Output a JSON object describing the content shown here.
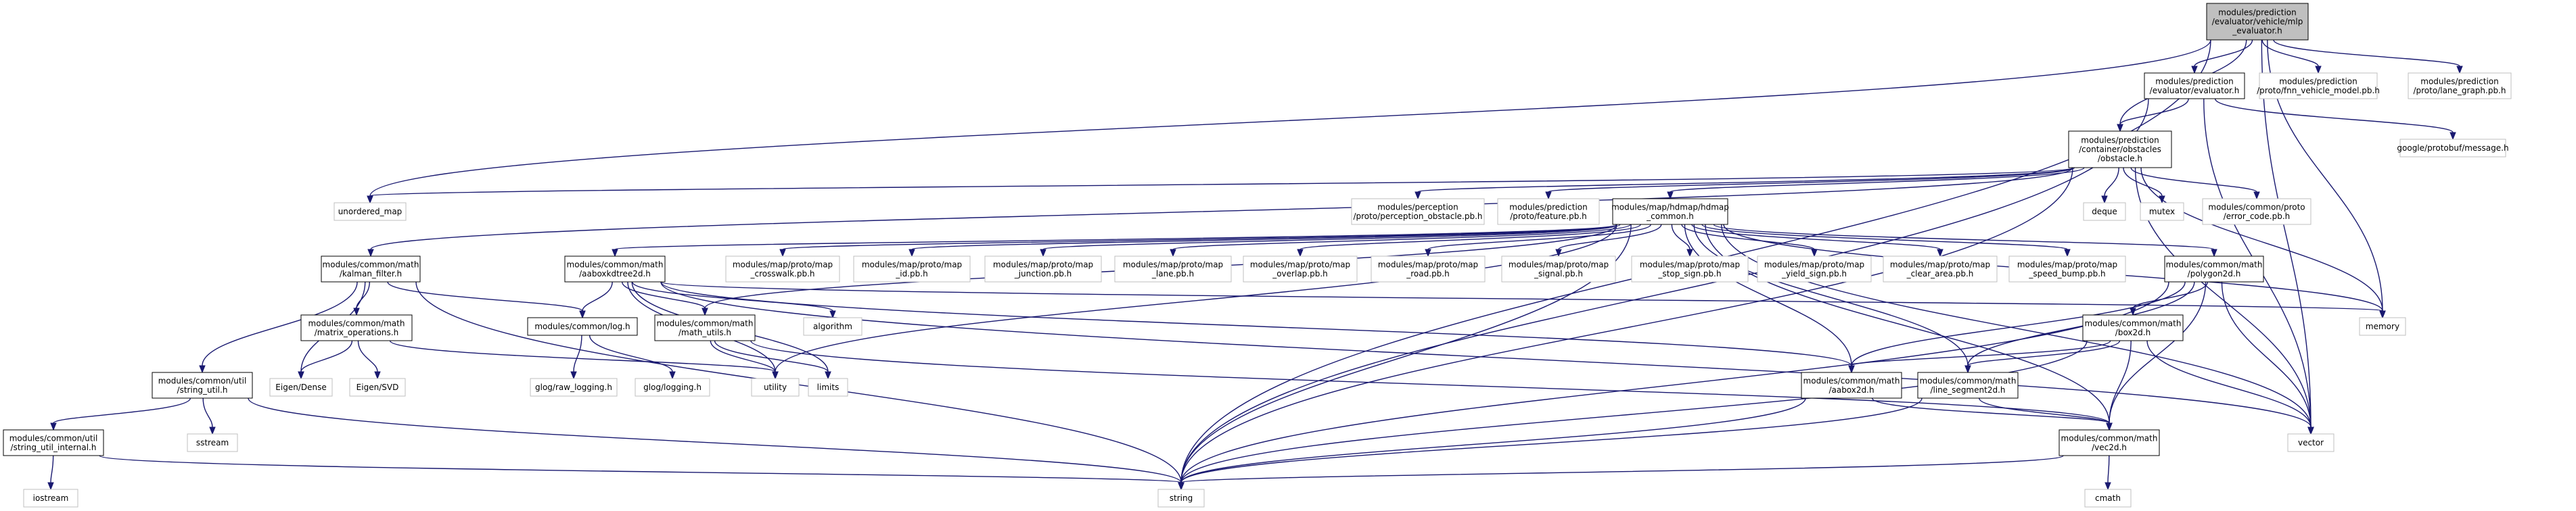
{
  "graph": {
    "nodes": {
      "root": {
        "lines": [
          "modules/prediction",
          "/evaluator/vehicle/mlp",
          "_evaluator.h"
        ],
        "kind": "root"
      },
      "evaluator": {
        "lines": [
          "modules/prediction",
          "/evaluator/evaluator.h"
        ],
        "kind": "file"
      },
      "fnn": {
        "lines": [
          "modules/prediction",
          "/proto/fnn_vehicle_model.pb.h"
        ],
        "kind": "ext"
      },
      "lanegraph": {
        "lines": [
          "modules/prediction",
          "/proto/lane_graph.pb.h"
        ],
        "kind": "ext"
      },
      "obstacle": {
        "lines": [
          "modules/prediction",
          "/container/obstacles",
          "/obstacle.h"
        ],
        "kind": "file"
      },
      "protobuf": {
        "lines": [
          "google/protobuf/message.h"
        ],
        "kind": "ext"
      },
      "unordered_map": {
        "lines": [
          "unordered_map"
        ],
        "kind": "ext"
      },
      "perception": {
        "lines": [
          "modules/perception",
          "/proto/perception_obstacle.pb.h"
        ],
        "kind": "ext"
      },
      "feature": {
        "lines": [
          "modules/prediction",
          "/proto/feature.pb.h"
        ],
        "kind": "ext"
      },
      "hdmap": {
        "lines": [
          "modules/map/hdmap/hdmap",
          "_common.h"
        ],
        "kind": "file"
      },
      "deque": {
        "lines": [
          "deque"
        ],
        "kind": "ext"
      },
      "mutex": {
        "lines": [
          "mutex"
        ],
        "kind": "ext"
      },
      "error_code": {
        "lines": [
          "modules/common/proto",
          "/error_code.pb.h"
        ],
        "kind": "ext"
      },
      "kalman": {
        "lines": [
          "modules/common/math",
          "/kalman_filter.h"
        ],
        "kind": "file"
      },
      "aaboxkdtree": {
        "lines": [
          "modules/common/math",
          "/aaboxkdtree2d.h"
        ],
        "kind": "file"
      },
      "crosswalk": {
        "lines": [
          "modules/map/proto/map",
          "_crosswalk.pb.h"
        ],
        "kind": "ext"
      },
      "map_id": {
        "lines": [
          "modules/map/proto/map",
          "_id.pb.h"
        ],
        "kind": "ext"
      },
      "junction": {
        "lines": [
          "modules/map/proto/map",
          "_junction.pb.h"
        ],
        "kind": "ext"
      },
      "lane": {
        "lines": [
          "modules/map/proto/map",
          "_lane.pb.h"
        ],
        "kind": "ext"
      },
      "overlap": {
        "lines": [
          "modules/map/proto/map",
          "_overlap.pb.h"
        ],
        "kind": "ext"
      },
      "road": {
        "lines": [
          "modules/map/proto/map",
          "_road.pb.h"
        ],
        "kind": "ext"
      },
      "signal": {
        "lines": [
          "modules/map/proto/map",
          "_signal.pb.h"
        ],
        "kind": "ext"
      },
      "stop_sign": {
        "lines": [
          "modules/map/proto/map",
          "_stop_sign.pb.h"
        ],
        "kind": "ext"
      },
      "yield_sign": {
        "lines": [
          "modules/map/proto/map",
          "_yield_sign.pb.h"
        ],
        "kind": "ext"
      },
      "clear_area": {
        "lines": [
          "modules/map/proto/map",
          "_clear_area.pb.h"
        ],
        "kind": "ext"
      },
      "speed_bump": {
        "lines": [
          "modules/map/proto/map",
          "_speed_bump.pb.h"
        ],
        "kind": "ext"
      },
      "polygon2d": {
        "lines": [
          "modules/common/math",
          "/polygon2d.h"
        ],
        "kind": "file"
      },
      "memory": {
        "lines": [
          "memory"
        ],
        "kind": "ext"
      },
      "matrix_ops": {
        "lines": [
          "modules/common/math",
          "/matrix_operations.h"
        ],
        "kind": "file"
      },
      "log": {
        "lines": [
          "modules/common/log.h"
        ],
        "kind": "file"
      },
      "math_utils": {
        "lines": [
          "modules/common/math",
          "/math_utils.h"
        ],
        "kind": "file"
      },
      "algorithm": {
        "lines": [
          "algorithm"
        ],
        "kind": "ext"
      },
      "box2d": {
        "lines": [
          "modules/common/math",
          "/box2d.h"
        ],
        "kind": "file"
      },
      "eigen_dense": {
        "lines": [
          "Eigen/Dense"
        ],
        "kind": "ext"
      },
      "eigen_svd": {
        "lines": [
          "Eigen/SVD"
        ],
        "kind": "ext"
      },
      "string_util": {
        "lines": [
          "modules/common/util",
          "/string_util.h"
        ],
        "kind": "file"
      },
      "raw_logging": {
        "lines": [
          "glog/raw_logging.h"
        ],
        "kind": "ext"
      },
      "logging": {
        "lines": [
          "glog/logging.h"
        ],
        "kind": "ext"
      },
      "utility": {
        "lines": [
          "utility"
        ],
        "kind": "ext"
      },
      "limits": {
        "lines": [
          "limits"
        ],
        "kind": "ext"
      },
      "aabox2d": {
        "lines": [
          "modules/common/math",
          "/aabox2d.h"
        ],
        "kind": "file"
      },
      "line_segment": {
        "lines": [
          "modules/common/math",
          "/line_segment2d.h"
        ],
        "kind": "file"
      },
      "sstream": {
        "lines": [
          "sstream"
        ],
        "kind": "ext"
      },
      "vector": {
        "lines": [
          "vector"
        ],
        "kind": "ext"
      },
      "string_util_internal": {
        "lines": [
          "modules/common/util",
          "/string_util_internal.h"
        ],
        "kind": "file"
      },
      "vec2d": {
        "lines": [
          "modules/common/math",
          "/vec2d.h"
        ],
        "kind": "file"
      },
      "iostream": {
        "lines": [
          "iostream"
        ],
        "kind": "ext"
      },
      "string": {
        "lines": [
          "string"
        ],
        "kind": "ext"
      },
      "cmath": {
        "lines": [
          "cmath"
        ],
        "kind": "ext"
      }
    },
    "edges": [
      [
        "root",
        "evaluator"
      ],
      [
        "root",
        "fnn"
      ],
      [
        "root",
        "lanegraph"
      ],
      [
        "root",
        "obstacle"
      ],
      [
        "root",
        "unordered_map"
      ],
      [
        "root",
        "string"
      ],
      [
        "root",
        "memory"
      ],
      [
        "root",
        "vector"
      ],
      [
        "evaluator",
        "obstacle"
      ],
      [
        "evaluator",
        "protobuf"
      ],
      [
        "evaluator",
        "vector"
      ],
      [
        "evaluator",
        "string"
      ],
      [
        "obstacle",
        "unordered_map"
      ],
      [
        "obstacle",
        "perception"
      ],
      [
        "obstacle",
        "feature"
      ],
      [
        "obstacle",
        "hdmap"
      ],
      [
        "obstacle",
        "deque"
      ],
      [
        "obstacle",
        "mutex"
      ],
      [
        "obstacle",
        "error_code"
      ],
      [
        "obstacle",
        "kalman"
      ],
      [
        "obstacle",
        "memory"
      ],
      [
        "obstacle",
        "string"
      ],
      [
        "obstacle",
        "vector"
      ],
      [
        "hdmap",
        "aaboxkdtree"
      ],
      [
        "hdmap",
        "crosswalk"
      ],
      [
        "hdmap",
        "map_id"
      ],
      [
        "hdmap",
        "junction"
      ],
      [
        "hdmap",
        "lane"
      ],
      [
        "hdmap",
        "overlap"
      ],
      [
        "hdmap",
        "road"
      ],
      [
        "hdmap",
        "signal"
      ],
      [
        "hdmap",
        "stop_sign"
      ],
      [
        "hdmap",
        "yield_sign"
      ],
      [
        "hdmap",
        "clear_area"
      ],
      [
        "hdmap",
        "speed_bump"
      ],
      [
        "hdmap",
        "polygon2d"
      ],
      [
        "hdmap",
        "memory"
      ],
      [
        "hdmap",
        "vector"
      ],
      [
        "hdmap",
        "string"
      ],
      [
        "hdmap",
        "math_utils"
      ],
      [
        "hdmap",
        "vec2d"
      ],
      [
        "hdmap",
        "aabox2d"
      ],
      [
        "hdmap",
        "line_segment"
      ],
      [
        "hdmap",
        "utility"
      ],
      [
        "kalman",
        "matrix_ops"
      ],
      [
        "kalman",
        "log"
      ],
      [
        "kalman",
        "string_util"
      ],
      [
        "kalman",
        "eigen_dense"
      ],
      [
        "kalman",
        "string"
      ],
      [
        "matrix_ops",
        "eigen_dense"
      ],
      [
        "matrix_ops",
        "eigen_svd"
      ],
      [
        "matrix_ops",
        "utility"
      ],
      [
        "string_util",
        "string_util_internal"
      ],
      [
        "string_util",
        "sstream"
      ],
      [
        "string_util",
        "string"
      ],
      [
        "string_util_internal",
        "iostream"
      ],
      [
        "string_util_internal",
        "string"
      ],
      [
        "log",
        "raw_logging"
      ],
      [
        "log",
        "logging"
      ],
      [
        "aaboxkdtree",
        "log"
      ],
      [
        "aaboxkdtree",
        "math_utils"
      ],
      [
        "aaboxkdtree",
        "algorithm"
      ],
      [
        "aaboxkdtree",
        "memory"
      ],
      [
        "aaboxkdtree",
        "vector"
      ],
      [
        "aaboxkdtree",
        "aabox2d"
      ],
      [
        "aaboxkdtree",
        "limits"
      ],
      [
        "aaboxkdtree",
        "utility"
      ],
      [
        "math_utils",
        "utility"
      ],
      [
        "math_utils",
        "limits"
      ],
      [
        "math_utils",
        "vec2d"
      ],
      [
        "polygon2d",
        "box2d"
      ],
      [
        "polygon2d",
        "line_segment"
      ],
      [
        "polygon2d",
        "aabox2d"
      ],
      [
        "polygon2d",
        "vec2d"
      ],
      [
        "polygon2d",
        "vector"
      ],
      [
        "polygon2d",
        "string"
      ],
      [
        "box2d",
        "aabox2d"
      ],
      [
        "box2d",
        "line_segment"
      ],
      [
        "box2d",
        "vec2d"
      ],
      [
        "box2d",
        "vector"
      ],
      [
        "box2d",
        "string"
      ],
      [
        "aabox2d",
        "vec2d"
      ],
      [
        "aabox2d",
        "string"
      ],
      [
        "line_segment",
        "vec2d"
      ],
      [
        "line_segment",
        "string"
      ],
      [
        "vec2d",
        "cmath"
      ],
      [
        "vec2d",
        "string"
      ]
    ]
  }
}
